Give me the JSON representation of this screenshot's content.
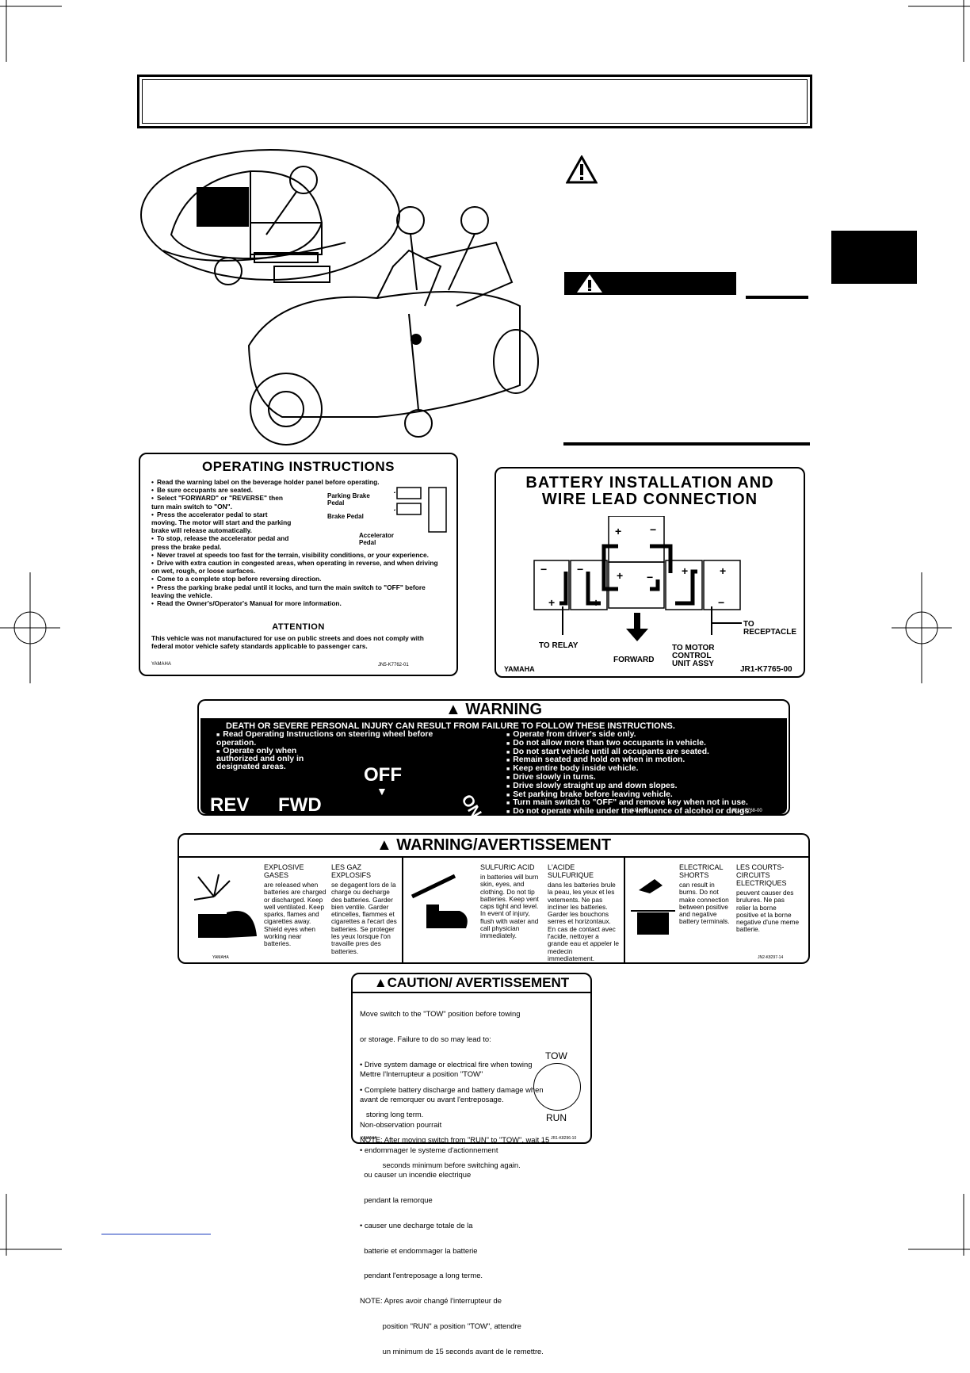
{
  "operating": {
    "title": "OPERATING INSTRUCTIONS",
    "items": [
      "Read the warning label on the beverage holder panel before operating.",
      "Be sure occupants are seated.",
      "Select \"FORWARD\" or \"REVERSE\" then turn main switch to \"ON\".",
      "Press the accelerator pedal to start moving. The motor will start and the parking brake will release automatically.",
      "To stop, release the accelerator pedal and press the brake pedal.",
      "Never travel at speeds too fast for the terrain, visibility conditions, or your experience.",
      "Drive with extra caution in congested areas, when operating in reverse, and when driving on wet, rough, or loose surfaces.",
      "Come to a complete stop before reversing direction.",
      "Press the parking brake pedal until it locks, and turn the main switch to \"OFF\" before leaving the vehicle.",
      "Read the Owner's/Operator's Manual for more information."
    ],
    "pedal_labels": [
      "Parking Brake Pedal",
      "Brake Pedal",
      "Accelerator Pedal"
    ],
    "attention_title": "ATTENTION",
    "attention_text": "This vehicle was not manufactured for use on public streets and does not comply with federal motor vehicle safety standards applicable to passenger cars.",
    "brand": "YAMAHA",
    "code": "JN5-K7762-01"
  },
  "battery": {
    "title_line1": "BATTERY  INSTALLATION  AND",
    "title_line2": "WIRE  LEAD  CONNECTION",
    "to_relay": "TO RELAY",
    "forward": "FORWARD",
    "to_motor": "TO MOTOR CONTROL UNIT ASSY",
    "to_receptacle": "TO RECEPTACLE",
    "brand": "YAMAHA",
    "code": "JR1-K7765-00"
  },
  "warning": {
    "title": "WARNING",
    "headline": "DEATH OR SEVERE PERSONAL INJURY CAN RESULT FROM FAILURE TO FOLLOW THESE INSTRUCTIONS.",
    "left_items": [
      "Read Operating Instructions on steering wheel before operation.",
      "Operate only when authorized and only in designated areas."
    ],
    "right_items": [
      "Operate from driver's side only.",
      "Do not allow more than two occupants in vehicle.",
      "Do not start vehicle until all occupants are seated.",
      "Remain seated and hold on when in motion.",
      "Keep entire body inside vehicle.",
      "Drive slowly in turns.",
      "Drive slowly straight up and down slopes.",
      "Set parking brake before leaving vehicle.",
      "Turn main switch to \"OFF\" and remove key when not in use.",
      "Do not operate while under the influence of alcohol or drugs."
    ],
    "off": "OFF",
    "on": "ON",
    "rev": "REV",
    "fwd": "FWD",
    "brand": "YAMAHA",
    "code": "JR1-K7768-00"
  },
  "avertissement": {
    "title": "WARNING/AVERTISSEMENT",
    "panels": [
      {
        "en_head": "EXPLOSIVE GASES",
        "en_text": "are released when batteries are charged or discharged. Keep well ventilated. Keep sparks, flames and cigarettes away. Shield eyes when working near batteries.",
        "fr_head": "LES GAZ EXPLOSIFS",
        "fr_text": "se degagent lors de la charge ou decharge des batteries. Garder bien ventile. Garder etincelles, flammes et cigarettes a l'ecart des batteries. Se proteger les yeux lorsque l'on travaille pres des batteries."
      },
      {
        "en_head": "SULFURIC ACID",
        "en_text": "in batteries will burn skin, eyes, and clothing. Do not tip batteries. Keep vent caps tight and level. In event of injury, flush with water and call physician immediately.",
        "fr_head": "L'ACIDE SULFURIQUE",
        "fr_text": "dans les batteries brule la peau, les yeux et les vetements. Ne pas incliner les batteries. Garder les bouchons serres et horizontaux. En cas de contact avec l'acide, nettoyer a grande eau et appeler le medecin immediatement."
      },
      {
        "en_head": "ELECTRICAL SHORTS",
        "en_text": "can result in burns. Do not make connection between positive and negative battery terminals.",
        "fr_head": "LES COURTS-CIRCUITS ELECTRIQUES",
        "fr_text": "peuvent causer des brulures. Ne pas relier la borne positive et la borne negative d'une meme batterie."
      }
    ],
    "brand": "YAMAHA",
    "code": "JN2-K8297-14"
  },
  "caution": {
    "title": "CAUTION/ AVERTISSEMENT",
    "en_lines": [
      "Move switch to the \"TOW\" position before towing",
      "or storage. Failure to do so may lead to:",
      "• Drive system damage or electrical fire when towing",
      "• Complete battery discharge and battery damage when",
      "   storing long term.",
      "NOTE: After moving switch from \"RUN\" to \"TOW\", wait 15",
      "           seconds minimum before switching again."
    ],
    "fr_lines": [
      "Mettre l'Interrupteur a position \"TOW\"",
      "avant de remorquer ou avant l'entreposage.",
      "Non-observation pourrait",
      "• endommager le systeme d'actionnement",
      "  ou causer un incendie electrique",
      "  pendant la remorque",
      "• causer une decharge totale de la",
      "  batterie et endommager la batterie",
      "  pendant l'entreposage a long terme.",
      "NOTE: Apres avoir changé l'interrupteur de",
      "           position \"RUN\" a position \"TOW\", attendre",
      "           un minimum de 15 seconds avant de le remettre."
    ],
    "tow": "TOW",
    "run": "RUN",
    "brand": "YAMAHA",
    "code": "JR1-K8296-10"
  }
}
